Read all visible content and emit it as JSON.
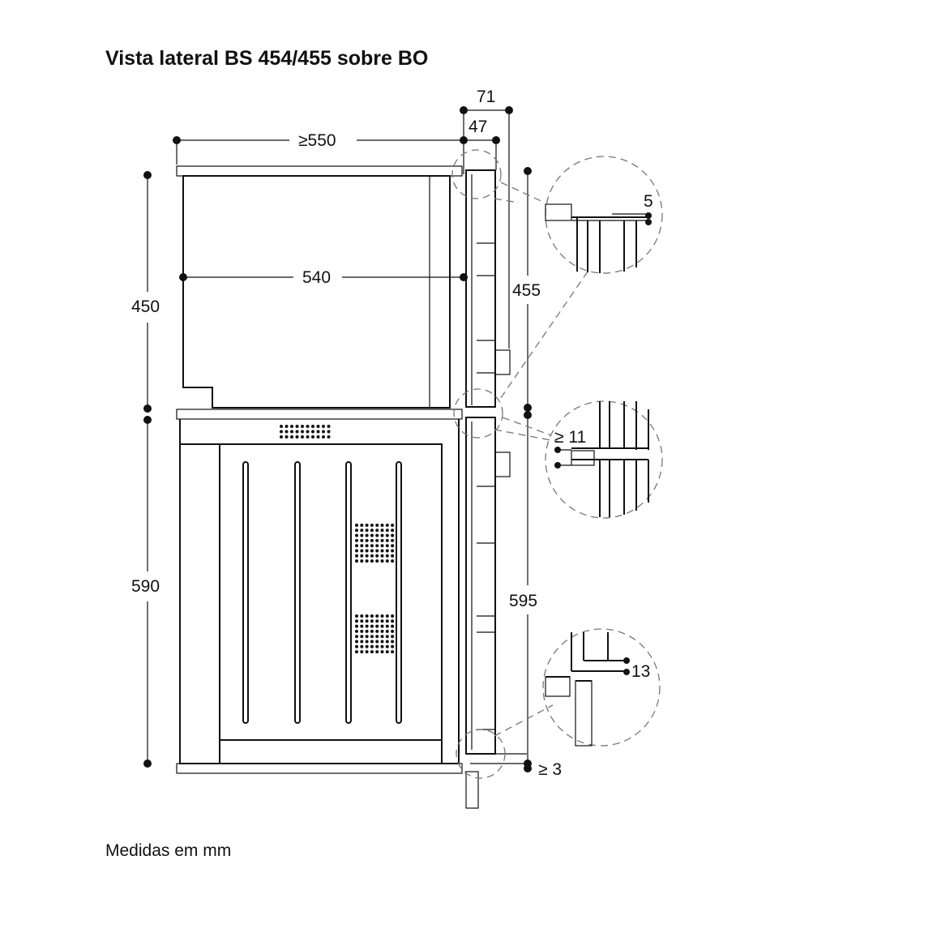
{
  "title": "Vista lateral BS 454/455 sobre BO",
  "footer": "Medidas em mm",
  "dimensions": {
    "top_width": "≥550",
    "inner_width": "540",
    "front_71": "71",
    "front_47": "47",
    "upper_height": "450",
    "lower_height": "590",
    "front_upper_height": "455",
    "front_lower_height": "595",
    "detail_top_gap": "5",
    "detail_mid_gap": "≥ 11",
    "detail_low_gap": "13",
    "bottom_gap": "≥ 3"
  },
  "colors": {
    "line": "#111111",
    "hatch": "#555555",
    "dashed": "#777777"
  }
}
